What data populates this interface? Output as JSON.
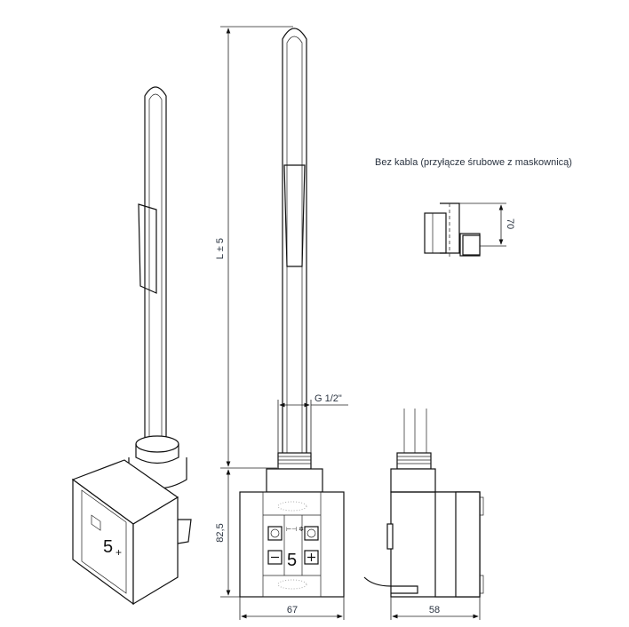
{
  "note": "Bez kabla (przyłącze śrubowe z maskownicą)",
  "dimensions": {
    "length": "L ± 5",
    "thread": "G 1/2\"",
    "head_height": "82,5",
    "head_width": "67",
    "depth": "58",
    "cover_height": "70"
  },
  "display_value": "5",
  "colors": {
    "line": "#111111",
    "text": "#2a3340"
  }
}
